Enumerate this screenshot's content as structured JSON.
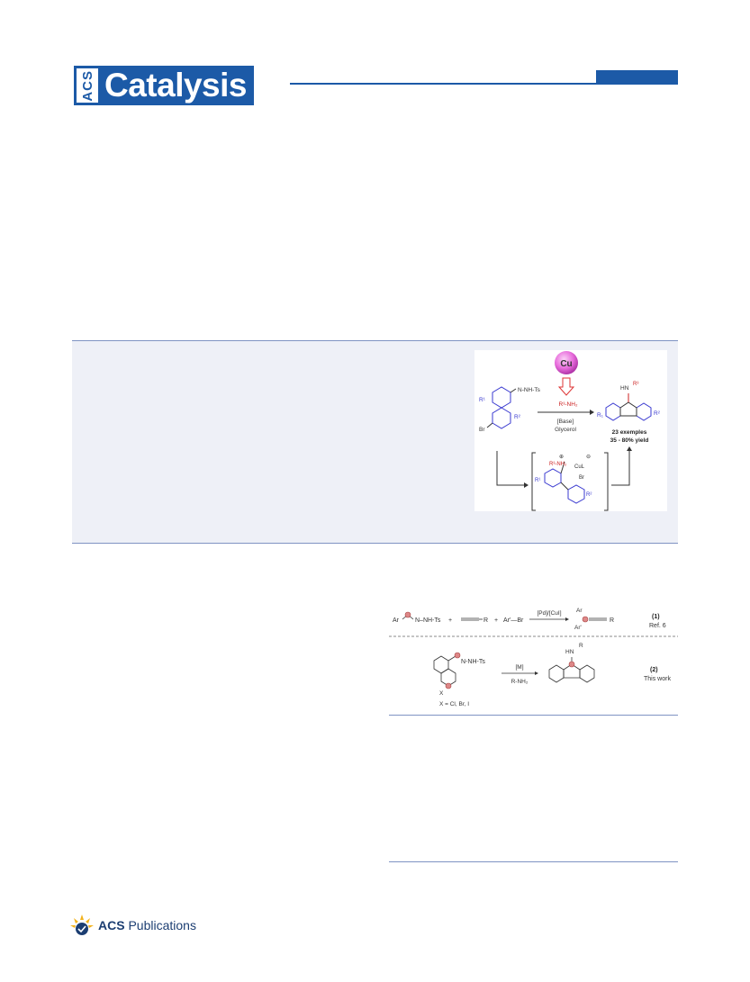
{
  "header": {
    "logo_acs": "ACS",
    "logo_word": "Catalysis",
    "accent": "#1c5aa7"
  },
  "toc_graphic": {
    "metal": "Cu",
    "reagent": "R³-NH₂",
    "conditions_1": "[Base]",
    "conditions_2": "Glycerol",
    "sm_group": "N-NH-Ts",
    "sm_r1": "R¹",
    "sm_r2": "R²",
    "sm_br": "Br",
    "product_hn": "HN",
    "product_r3": "R³",
    "product_r1": "R₁",
    "product_r2": "R²",
    "examples": "23 exemples",
    "yield": "35 - 80% yield",
    "int_plus": "⊕",
    "int_minus": "⊖",
    "int_amine": "R³-NH₂",
    "int_cu": "CuL",
    "int_br": "Br",
    "int_r1": "R¹",
    "int_r2": "R²"
  },
  "scheme": {
    "eq1_ar": "Ar",
    "eq1_group": "N–NH-Ts",
    "eq1_plus1": "+",
    "eq1_r": "R",
    "eq1_plus2": "+",
    "eq1_arbr": "Ar'—Br",
    "eq1_catalyst": "[Pd]/[CuI]",
    "eq1_p_ar": "Ar",
    "eq1_p_ar2": "Ar'",
    "eq1_p_r": "R",
    "eq1_number": "(1)",
    "eq1_ref": "Ref. 6",
    "eq2_group": "N-NH-Ts",
    "eq2_x": "X",
    "eq2_x_def": "X = Cl, Br, I",
    "eq2_catalyst": "[M]",
    "eq2_reagent": "R-NH₂",
    "eq2_hn": "HN",
    "eq2_r": "R",
    "eq2_number": "(2)",
    "eq2_label": "This work"
  },
  "footer": {
    "publisher_bold": "ACS",
    "publisher_rest": " Publications"
  }
}
